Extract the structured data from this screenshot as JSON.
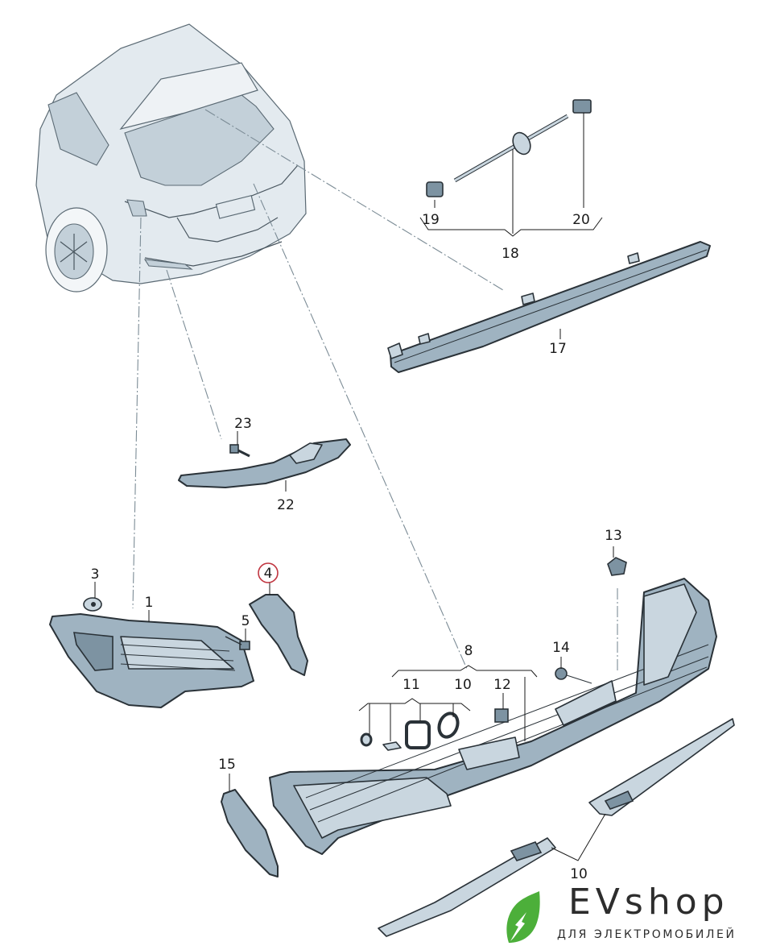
{
  "diagram": {
    "title": "Rear lights exploded parts diagram",
    "highlight_color": "#c0343f",
    "highlighted_part": "4",
    "callouts": [
      {
        "id": "c1",
        "label": "1",
        "part": "tail-light-outer"
      },
      {
        "id": "c3",
        "label": "3",
        "part": "grommet"
      },
      {
        "id": "c4",
        "label": "4",
        "part": "cover-trim",
        "highlighted": true
      },
      {
        "id": "c5",
        "label": "5",
        "part": "screw"
      },
      {
        "id": "c8",
        "label": "8",
        "part": "tail-light-bar-assembly"
      },
      {
        "id": "c10a",
        "label": "10",
        "part": "seal"
      },
      {
        "id": "c10b",
        "label": "10",
        "part": "reflector-strip"
      },
      {
        "id": "c11",
        "label": "11",
        "part": "seal-kit"
      },
      {
        "id": "c12",
        "label": "12",
        "part": "clip"
      },
      {
        "id": "c13",
        "label": "13",
        "part": "expanding-nut"
      },
      {
        "id": "c14",
        "label": "14",
        "part": "nut"
      },
      {
        "id": "c15",
        "label": "15",
        "part": "end-cover"
      },
      {
        "id": "c17",
        "label": "17",
        "part": "third-brake-light"
      },
      {
        "id": "c18",
        "label": "18",
        "part": "wiring-harness"
      },
      {
        "id": "c19",
        "label": "19",
        "part": "connector"
      },
      {
        "id": "c20",
        "label": "20",
        "part": "connector-housing"
      },
      {
        "id": "c22",
        "label": "22",
        "part": "rear-fog-reflector"
      },
      {
        "id": "c23",
        "label": "23",
        "part": "screw"
      }
    ]
  },
  "logo": {
    "title": "EVshop",
    "subtitle": "ДЛЯ ЭЛЕКТРОМОБИЛЕЙ",
    "leaf_color": "#4caf3a",
    "icon": "leaf-bolt-icon"
  }
}
